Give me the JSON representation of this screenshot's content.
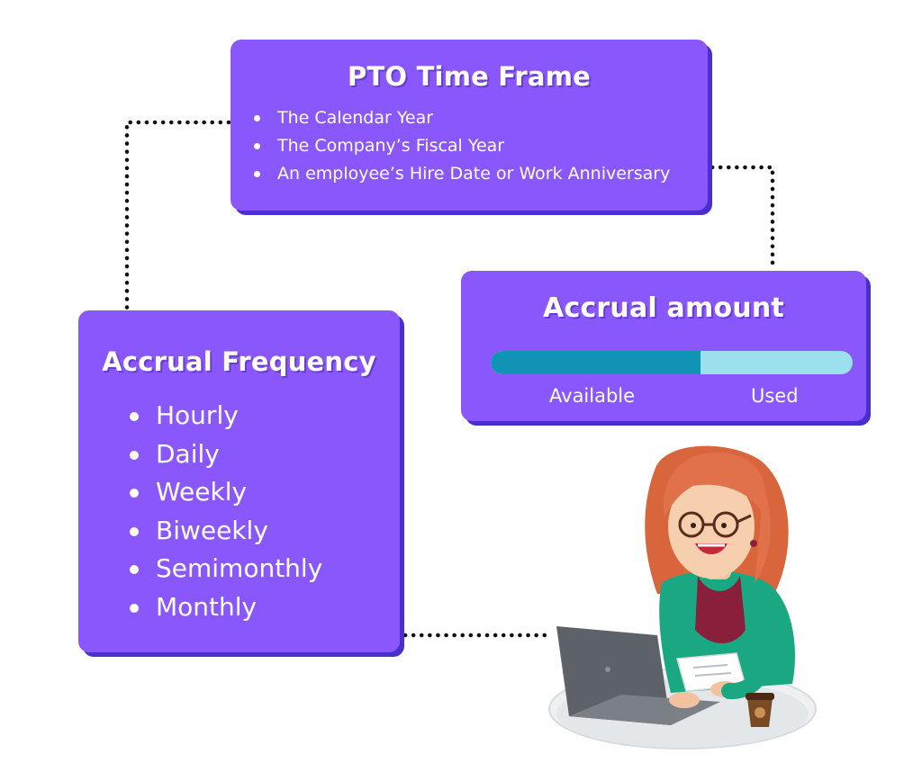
{
  "pto_time_frame": {
    "title": "PTO Time Frame",
    "items": [
      "The Calendar Year",
      "The Company’s Fiscal Year",
      "An employee’s Hire Date or Work Anniversary"
    ]
  },
  "accrual_amount": {
    "title": "Accrual amount",
    "available_label": "Available",
    "used_label": "Used",
    "available_fraction": 0.58
  },
  "accrual_frequency": {
    "title": "Accrual Frequency",
    "items": [
      "Hourly",
      "Daily",
      "Weekly",
      "Biweekly",
      "Semimonthly",
      "Monthly"
    ]
  },
  "colors": {
    "card": "#8a57fd",
    "card_shadow": "#4a2fd0",
    "bar_available": "#1193b5",
    "bar_used": "#9be0ec",
    "connector": "#111111"
  },
  "illustration": "woman-at-laptop-with-coffee"
}
